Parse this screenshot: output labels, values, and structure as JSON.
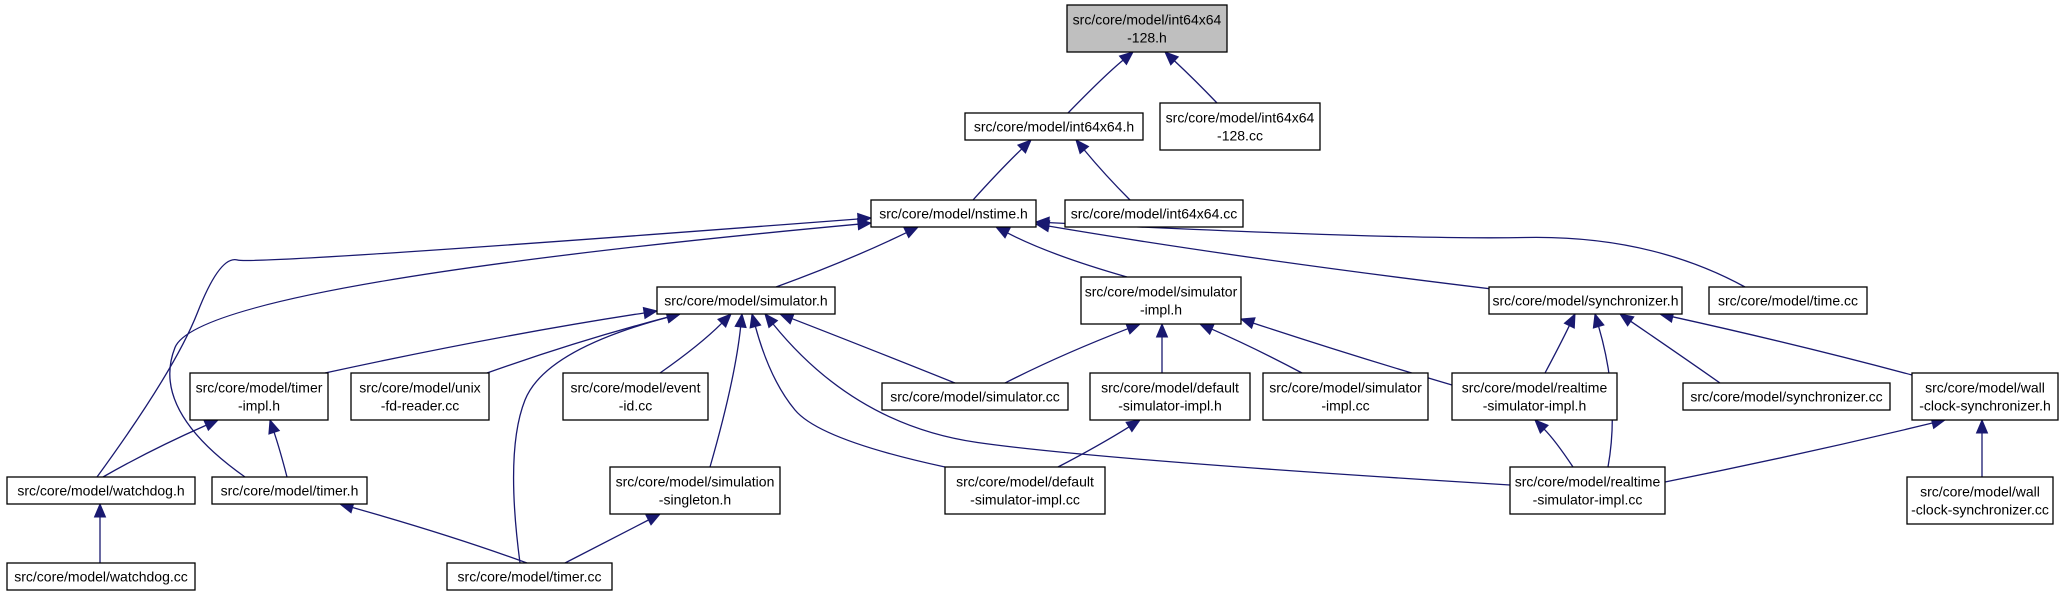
{
  "diagram": {
    "colors": {
      "edge": "#191970",
      "node_fill": "#ffffff",
      "root_fill": "#bfbfbf",
      "border": "#000000"
    },
    "nodes": [
      {
        "id": "n_i128h",
        "lines": [
          "src/core/model/int64x64",
          "-128.h"
        ],
        "highlight": true
      },
      {
        "id": "n_int64h",
        "lines": [
          "src/core/model/int64x64.h"
        ]
      },
      {
        "id": "n_i128cc",
        "lines": [
          "src/core/model/int64x64",
          "-128.cc"
        ]
      },
      {
        "id": "n_nstime",
        "lines": [
          "src/core/model/nstime.h"
        ]
      },
      {
        "id": "n_int64cc",
        "lines": [
          "src/core/model/int64x64.cc"
        ]
      },
      {
        "id": "n_simh",
        "lines": [
          "src/core/model/simulator.h"
        ]
      },
      {
        "id": "n_simimplh",
        "lines": [
          "src/core/model/simulator",
          "-impl.h"
        ]
      },
      {
        "id": "n_synch",
        "lines": [
          "src/core/model/synchronizer.h"
        ]
      },
      {
        "id": "n_timecc",
        "lines": [
          "src/core/model/time.cc"
        ]
      },
      {
        "id": "n_timerimplh",
        "lines": [
          "src/core/model/timer",
          "-impl.h"
        ]
      },
      {
        "id": "n_unixfd",
        "lines": [
          "src/core/model/unix",
          "-fd-reader.cc"
        ]
      },
      {
        "id": "n_eventid",
        "lines": [
          "src/core/model/event",
          "-id.cc"
        ]
      },
      {
        "id": "n_simcc",
        "lines": [
          "src/core/model/simulator.cc"
        ]
      },
      {
        "id": "n_defsimimplh",
        "lines": [
          "src/core/model/default",
          "-simulator-impl.h"
        ]
      },
      {
        "id": "n_simimplcc",
        "lines": [
          "src/core/model/simulator",
          "-impl.cc"
        ]
      },
      {
        "id": "n_rtsimimplh",
        "lines": [
          "src/core/model/realtime",
          "-simulator-impl.h"
        ]
      },
      {
        "id": "n_synccc",
        "lines": [
          "src/core/model/synchronizer.cc"
        ]
      },
      {
        "id": "n_wallh",
        "lines": [
          "src/core/model/wall",
          "-clock-synchronizer.h"
        ]
      },
      {
        "id": "n_watchdogh",
        "lines": [
          "src/core/model/watchdog.h"
        ]
      },
      {
        "id": "n_timerh",
        "lines": [
          "src/core/model/timer.h"
        ]
      },
      {
        "id": "n_simsingh",
        "lines": [
          "src/core/model/simulation",
          "-singleton.h"
        ]
      },
      {
        "id": "n_defsimimplcc",
        "lines": [
          "src/core/model/default",
          "-simulator-impl.cc"
        ]
      },
      {
        "id": "n_rtsimimplcc",
        "lines": [
          "src/core/model/realtime",
          "-simulator-impl.cc"
        ]
      },
      {
        "id": "n_wallcc",
        "lines": [
          "src/core/model/wall",
          "-clock-synchronizer.cc"
        ]
      },
      {
        "id": "n_watchdogcc",
        "lines": [
          "src/core/model/watchdog.cc"
        ]
      },
      {
        "id": "n_timercc",
        "lines": [
          "src/core/model/timer.cc"
        ]
      }
    ],
    "edges": [
      {
        "from": "n_int64h",
        "to": "n_i128h"
      },
      {
        "from": "n_i128cc",
        "to": "n_i128h"
      },
      {
        "from": "n_nstime",
        "to": "n_int64h"
      },
      {
        "from": "n_int64cc",
        "to": "n_int64h"
      },
      {
        "from": "n_simh",
        "to": "n_nstime"
      },
      {
        "from": "n_simimplh",
        "to": "n_nstime"
      },
      {
        "from": "n_synch",
        "to": "n_nstime"
      },
      {
        "from": "n_timecc",
        "to": "n_nstime"
      },
      {
        "from": "n_watchdogh",
        "to": "n_nstime"
      },
      {
        "from": "n_timerh",
        "to": "n_nstime"
      },
      {
        "from": "n_timerimplh",
        "to": "n_simh"
      },
      {
        "from": "n_unixfd",
        "to": "n_simh"
      },
      {
        "from": "n_eventid",
        "to": "n_simh"
      },
      {
        "from": "n_simcc",
        "to": "n_simh"
      },
      {
        "from": "n_simsingh",
        "to": "n_simh"
      },
      {
        "from": "n_defsimimplcc",
        "to": "n_simh"
      },
      {
        "from": "n_rtsimimplcc",
        "to": "n_simh"
      },
      {
        "from": "n_timercc",
        "to": "n_simh"
      },
      {
        "from": "n_simcc",
        "to": "n_simimplh"
      },
      {
        "from": "n_defsimimplh",
        "to": "n_simimplh"
      },
      {
        "from": "n_simimplcc",
        "to": "n_simimplh"
      },
      {
        "from": "n_rtsimimplh",
        "to": "n_simimplh"
      },
      {
        "from": "n_rtsimimplh",
        "to": "n_synch"
      },
      {
        "from": "n_synccc",
        "to": "n_synch"
      },
      {
        "from": "n_wallh",
        "to": "n_synch"
      },
      {
        "from": "n_rtsimimplcc",
        "to": "n_synch"
      },
      {
        "from": "n_watchdogh",
        "to": "n_timerimplh"
      },
      {
        "from": "n_timerh",
        "to": "n_timerimplh"
      },
      {
        "from": "n_defsimimplcc",
        "to": "n_defsimimplh"
      },
      {
        "from": "n_rtsimimplcc",
        "to": "n_rtsimimplh"
      },
      {
        "from": "n_rtsimimplcc",
        "to": "n_wallh"
      },
      {
        "from": "n_wallcc",
        "to": "n_wallh"
      },
      {
        "from": "n_watchdogcc",
        "to": "n_watchdogh"
      },
      {
        "from": "n_timercc",
        "to": "n_timerh"
      },
      {
        "from": "n_timercc",
        "to": "n_simsingh"
      }
    ]
  }
}
